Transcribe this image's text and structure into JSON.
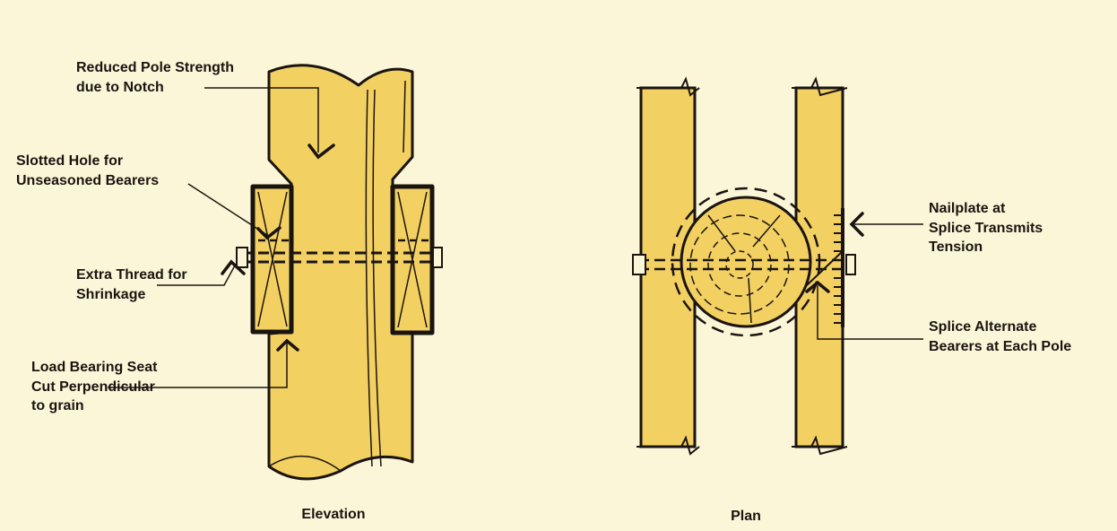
{
  "labels": {
    "reduced_pole": [
      "Reduced Pole Strength",
      "due to Notch"
    ],
    "slotted_hole": [
      "Slotted Hole for",
      "Unseasoned Bearers"
    ],
    "extra_thread": [
      "Extra Thread for",
      "Shrinkage"
    ],
    "load_bearing": [
      "Load Bearing Seat",
      "Cut Perpendicular",
      "to grain"
    ],
    "nailplate": [
      "Nailplate at",
      "Splice Transmits",
      "Tension"
    ],
    "splice_alternate": [
      "Splice Alternate",
      "Bearers at Each Pole"
    ]
  },
  "captions": {
    "elevation": "Elevation",
    "plan": "Plan"
  },
  "colors": {
    "background": "#fbf6d8",
    "wood": "#f3d062",
    "ink": "#1a1410"
  }
}
